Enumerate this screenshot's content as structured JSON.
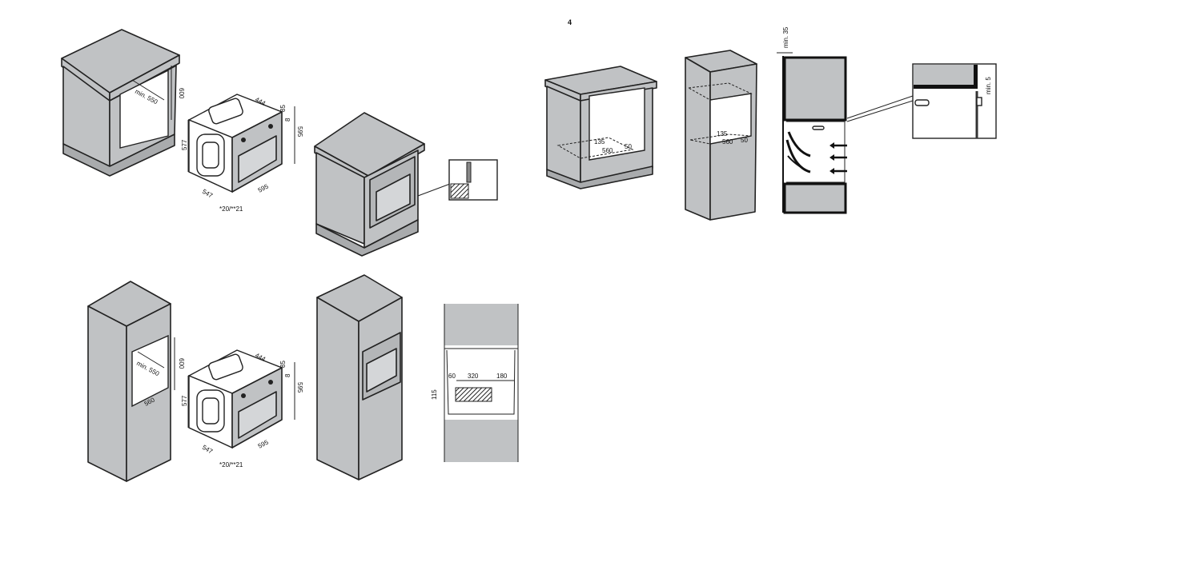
{
  "page_number": "4",
  "fig_under_counter": {
    "depth": "min. 550",
    "height": "600"
  },
  "oven_dims_1": {
    "top_depth": "444",
    "panel_a": "85",
    "panel_b": "8",
    "front_height": "595",
    "side_height": "577",
    "side_depth": "547",
    "width": "595",
    "door": "*20/**21"
  },
  "fig_tall": {
    "depth": "min. 550",
    "height": "600",
    "base_depth": "560"
  },
  "oven_dims_2": {
    "top_depth": "444",
    "panel_a": "85",
    "panel_b": "8",
    "front_height": "595",
    "side_height": "577",
    "side_depth": "547",
    "width": "595",
    "door": "*20/**21"
  },
  "section_view": {
    "left": "60",
    "middle": "320",
    "right": "180",
    "height": "115"
  },
  "vent_counter": {
    "a": "135",
    "b": "560",
    "c": "50"
  },
  "vent_tall": {
    "a": "135",
    "b": "560",
    "c": "50"
  },
  "airflow_gap": "min. 35",
  "detail_gap": "min. 5"
}
